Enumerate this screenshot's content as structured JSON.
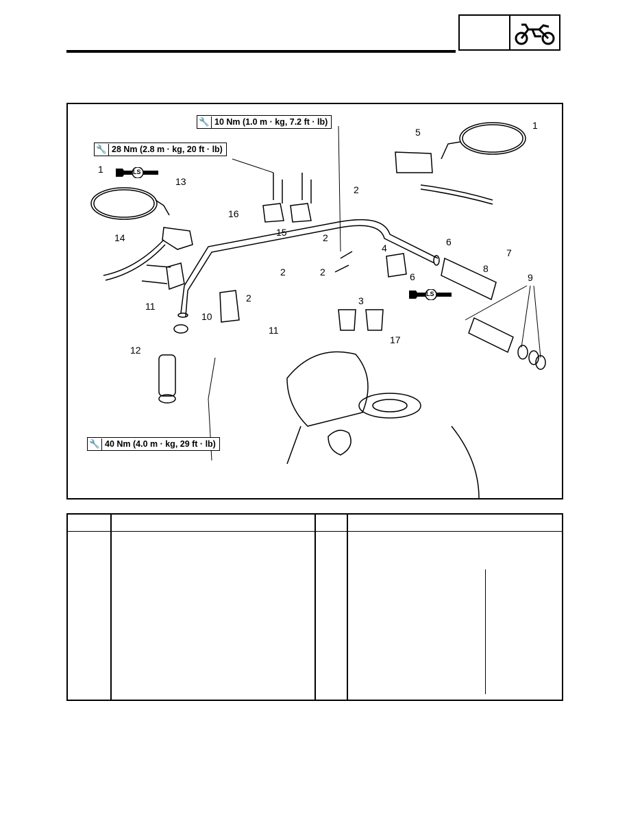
{
  "header": {
    "section_icon": "motorcycle-icon"
  },
  "figure": {
    "torque_specs": [
      {
        "id": "torque-10nm",
        "text": "10 Nm (1.0 m · kg, 7.2 ft · lb)"
      },
      {
        "id": "torque-28nm",
        "text": "28 Nm (2.8 m · kg, 20 ft · lb)"
      },
      {
        "id": "torque-40nm",
        "text": "40 Nm (4.0 m · kg, 29 ft · lb)"
      }
    ],
    "lubricant_badge": "LS",
    "callouts": [
      "1",
      "1",
      "2",
      "2",
      "2",
      "2",
      "2",
      "3",
      "4",
      "5",
      "6",
      "6",
      "7",
      "8",
      "9",
      "10",
      "11",
      "11",
      "12",
      "13",
      "14",
      "15",
      "16",
      "17"
    ]
  },
  "table": {
    "columns": 4
  }
}
